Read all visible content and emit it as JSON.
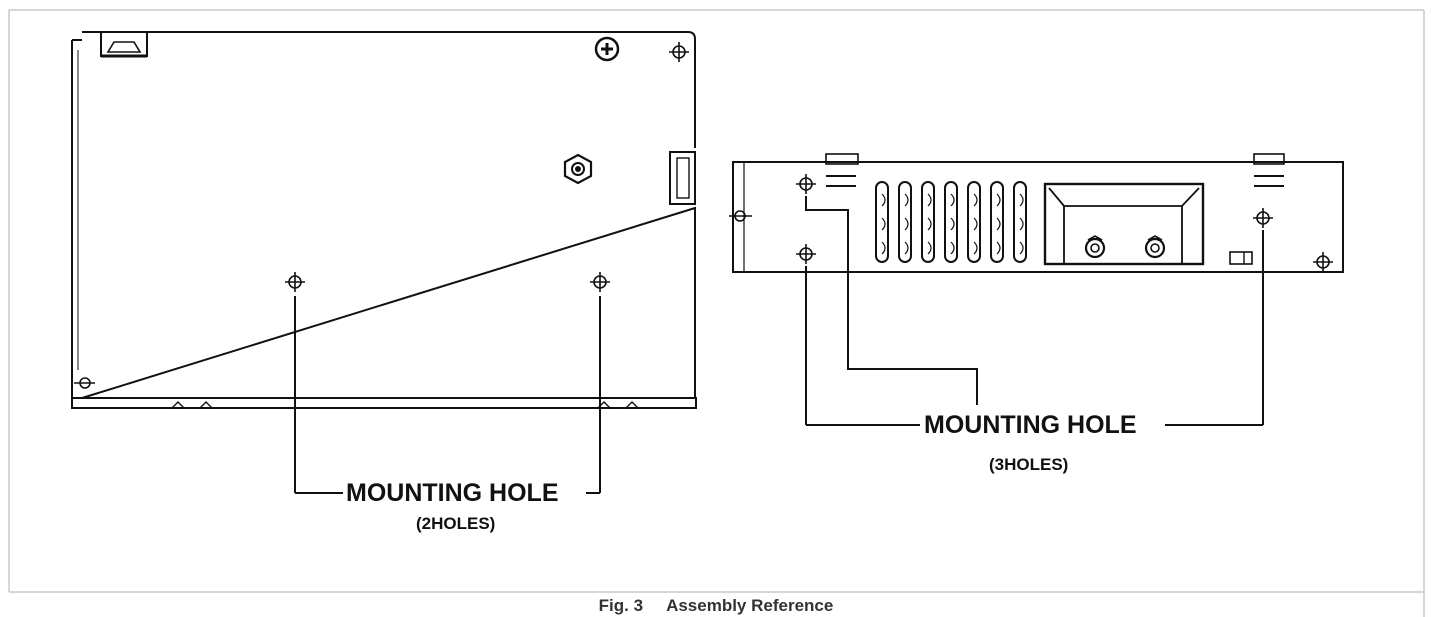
{
  "left_view": {
    "callout_label": "MOUNTING HOLE",
    "callout_count": "(2HOLES)"
  },
  "right_view": {
    "callout_label": "MOUNTING HOLE",
    "callout_count": "(3HOLES)"
  },
  "caption": {
    "figure_number": "Fig. 3",
    "title": "Assembly Reference"
  }
}
